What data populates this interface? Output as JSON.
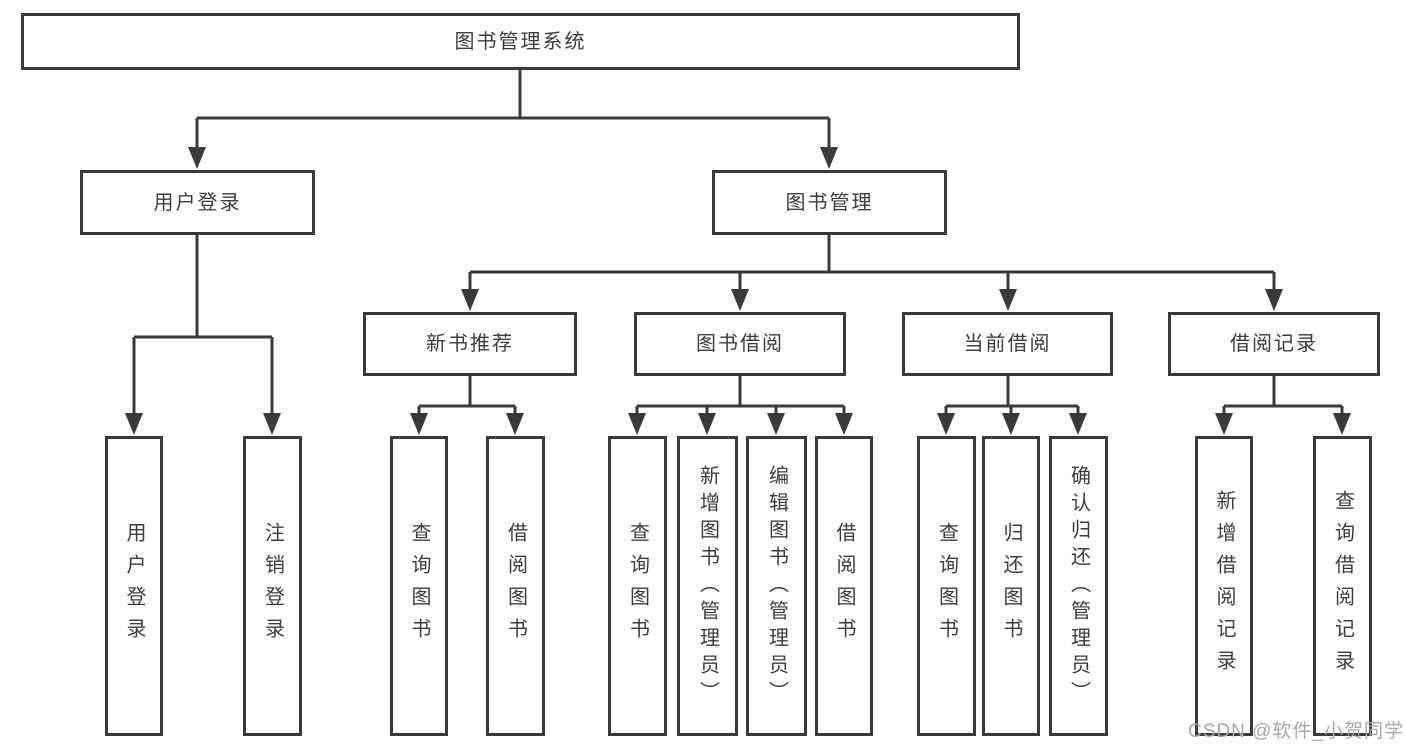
{
  "diagram": {
    "root": "图书管理系统",
    "branches": [
      {
        "label": "用户登录",
        "children": [
          "用户登录",
          "注销登录"
        ]
      },
      {
        "label": "图书管理",
        "sections": [
          {
            "label": "新书推荐",
            "children": [
              "查询图书",
              "借阅图书"
            ]
          },
          {
            "label": "图书借阅",
            "children": [
              "查询图书",
              "新增图书（管理员）",
              "编辑图书（管理员）",
              "借阅图书"
            ]
          },
          {
            "label": "当前借阅",
            "children": [
              "查询图书",
              "归还图书",
              "确认归还（管理员）"
            ]
          },
          {
            "label": "借阅记录",
            "children": [
              "新增借阅记录",
              "查询借阅记录"
            ]
          }
        ]
      }
    ]
  },
  "watermark": "CSDN @软件_小贺同学",
  "colors": {
    "line": "#3a3a3a",
    "text": "#3c3c3c",
    "box_background": "#ffffff",
    "watermark": "#a8a8a8",
    "background": "#ffffff"
  }
}
